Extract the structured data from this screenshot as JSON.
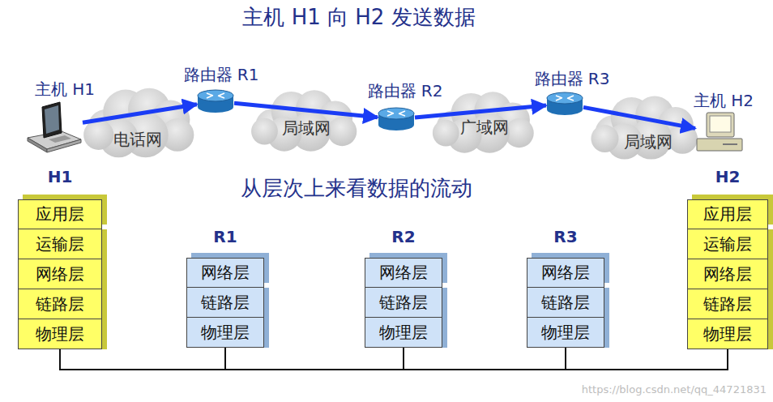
{
  "diagram": {
    "title": "主机 H1 向 H2 发送数据",
    "nodes": [
      {
        "text": [
          "主机 H1"
        ]
      },
      {
        "text": [
          "电话网"
        ]
      },
      {
        "text": [
          "路由器 R1"
        ]
      },
      {
        "text": [
          "局域网"
        ]
      },
      {
        "text": [
          "路由器 R2"
        ]
      },
      {
        "text": [
          "广域网"
        ]
      },
      {
        "text": [
          "路由器 R3"
        ]
      },
      {
        "text": [
          "局域网"
        ]
      },
      {
        "text": [
          "主机 H2"
        ]
      },
      {
        "text": [
          "H1"
        ]
      },
      {
        "text": [
          "应用层"
        ],
        "in": 9
      },
      {
        "text": [
          "运输层"
        ],
        "in": 9
      },
      {
        "text": [
          "网络层"
        ],
        "in": 9
      },
      {
        "text": [
          "链路层"
        ],
        "in": 9
      },
      {
        "text": [
          "物理层"
        ],
        "in": 9
      },
      {
        "text": [
          "R1"
        ]
      },
      {
        "text": [
          "网络层"
        ],
        "in": 15
      },
      {
        "text": [
          "链路层"
        ],
        "in": 15
      },
      {
        "text": [
          "物理层"
        ],
        "in": 15
      },
      {
        "text": [
          "R2"
        ]
      },
      {
        "text": [
          "网络层"
        ],
        "in": 19
      },
      {
        "text": [
          "链路层"
        ],
        "in": 19
      },
      {
        "text": [
          "物理层"
        ],
        "in": 19
      },
      {
        "text": [
          "R3"
        ]
      },
      {
        "text": [
          "网络层"
        ],
        "in": 23
      },
      {
        "text": [
          "链路层"
        ],
        "in": 23
      },
      {
        "text": [
          "物理层"
        ],
        "in": 23
      },
      {
        "text": [
          "H2"
        ]
      },
      {
        "text": [
          "应用层"
        ],
        "in": 27
      },
      {
        "text": [
          "运输层"
        ],
        "in": 27
      },
      {
        "text": [
          "网络层"
        ],
        "in": 27
      },
      {
        "text": [
          "链路层"
        ],
        "in": 27
      },
      {
        "text": [
          "物理层"
        ],
        "in": 27
      }
    ],
    "edges": [
      {
        "from": 0,
        "to": 2,
        "arrow": "to"
      },
      {
        "from": 2,
        "to": 4,
        "arrow": "to"
      },
      {
        "from": 4,
        "to": 6,
        "arrow": "to"
      },
      {
        "from": 6,
        "to": 8,
        "arrow": "to"
      },
      {
        "from": 14,
        "to": 18,
        "arrow": "none"
      },
      {
        "from": 18,
        "to": 22,
        "arrow": "none"
      },
      {
        "from": 22,
        "to": 26,
        "arrow": "none"
      },
      {
        "from": 26,
        "to": 32,
        "arrow": "none"
      }
    ],
    "labels": [
      "从层次上来看数据的流动",
      "https://blog.csdn.net/qq_44721831"
    ]
  }
}
